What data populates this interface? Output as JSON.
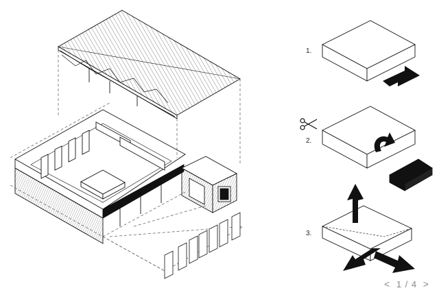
{
  "steps": [
    {
      "number": "1."
    },
    {
      "number": "2."
    },
    {
      "number": "3."
    }
  ],
  "pager": {
    "prev": "<",
    "current": "1",
    "separator": "/",
    "total": "4",
    "next": ">"
  },
  "icons": [
    "scissors-icon",
    "arrow-right-icon",
    "rotate-arrow-icon",
    "arrow-up-icon",
    "arrow-down-left-icon",
    "arrow-down-right-icon"
  ],
  "colors": {
    "ink": "#111111",
    "dashed": "#555555",
    "pager": "#888888"
  }
}
